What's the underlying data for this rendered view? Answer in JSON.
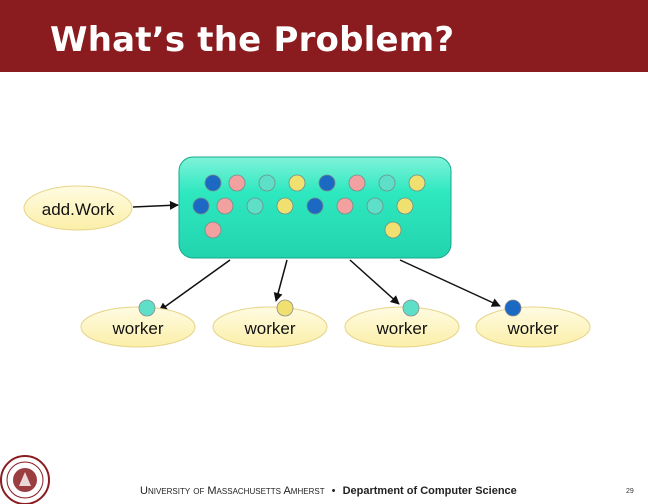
{
  "slide": {
    "title": "What’s the Problem?",
    "page_number": "29"
  },
  "diagram": {
    "producer_label": "add.Work",
    "queue_row1_colors": [
      "#1c69c4",
      "#f2a0a0",
      "#5ee0c8",
      "#f0e070",
      "#1c69c4",
      "#f2a0a0",
      "#5ee0c8",
      "#f0e070"
    ],
    "queue_row2_colors": [
      "#1c69c4",
      "#f2a0a0",
      "#5ee0c8",
      "#f0e070",
      "#1c69c4",
      "#f2a0a0",
      "#5ee0c8",
      "#f0e070"
    ],
    "queue_extra_colors": [
      "#f2a0a0",
      "#f0e070"
    ],
    "workers": [
      {
        "label": "worker",
        "task_color": "#5ee0c8"
      },
      {
        "label": "worker",
        "task_color": "#f0e070"
      },
      {
        "label": "worker",
        "task_color": "#5ee0c8"
      },
      {
        "label": "worker",
        "task_color": "#1c69c4"
      }
    ],
    "colors": {
      "queue_fill": "#2ee8c0",
      "oval_fill": "#fdf6c0",
      "oval_stroke": "#e6d48a"
    }
  },
  "footer": {
    "university": "University of Massachusetts Amherst",
    "separator": "•",
    "department": "Department of Computer Science"
  },
  "logo": {
    "name": "umass-seal-icon"
  }
}
